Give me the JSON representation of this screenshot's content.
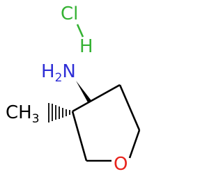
{
  "molecule": {
    "hcl": {
      "chlorine": "Cl",
      "hydrogen": "H",
      "chlorine_color": "#35b233",
      "hydrogen_color": "#35b233"
    },
    "amine": {
      "element": "N",
      "hydrogen": "H",
      "count": "2",
      "color": "#2e2ed6"
    },
    "methyl": {
      "element": "C",
      "hydrogen": "H",
      "count": "3",
      "color": "#000000"
    },
    "ring_oxygen": {
      "element": "O",
      "color": "#e8231c"
    },
    "bond_color": "#000000"
  }
}
